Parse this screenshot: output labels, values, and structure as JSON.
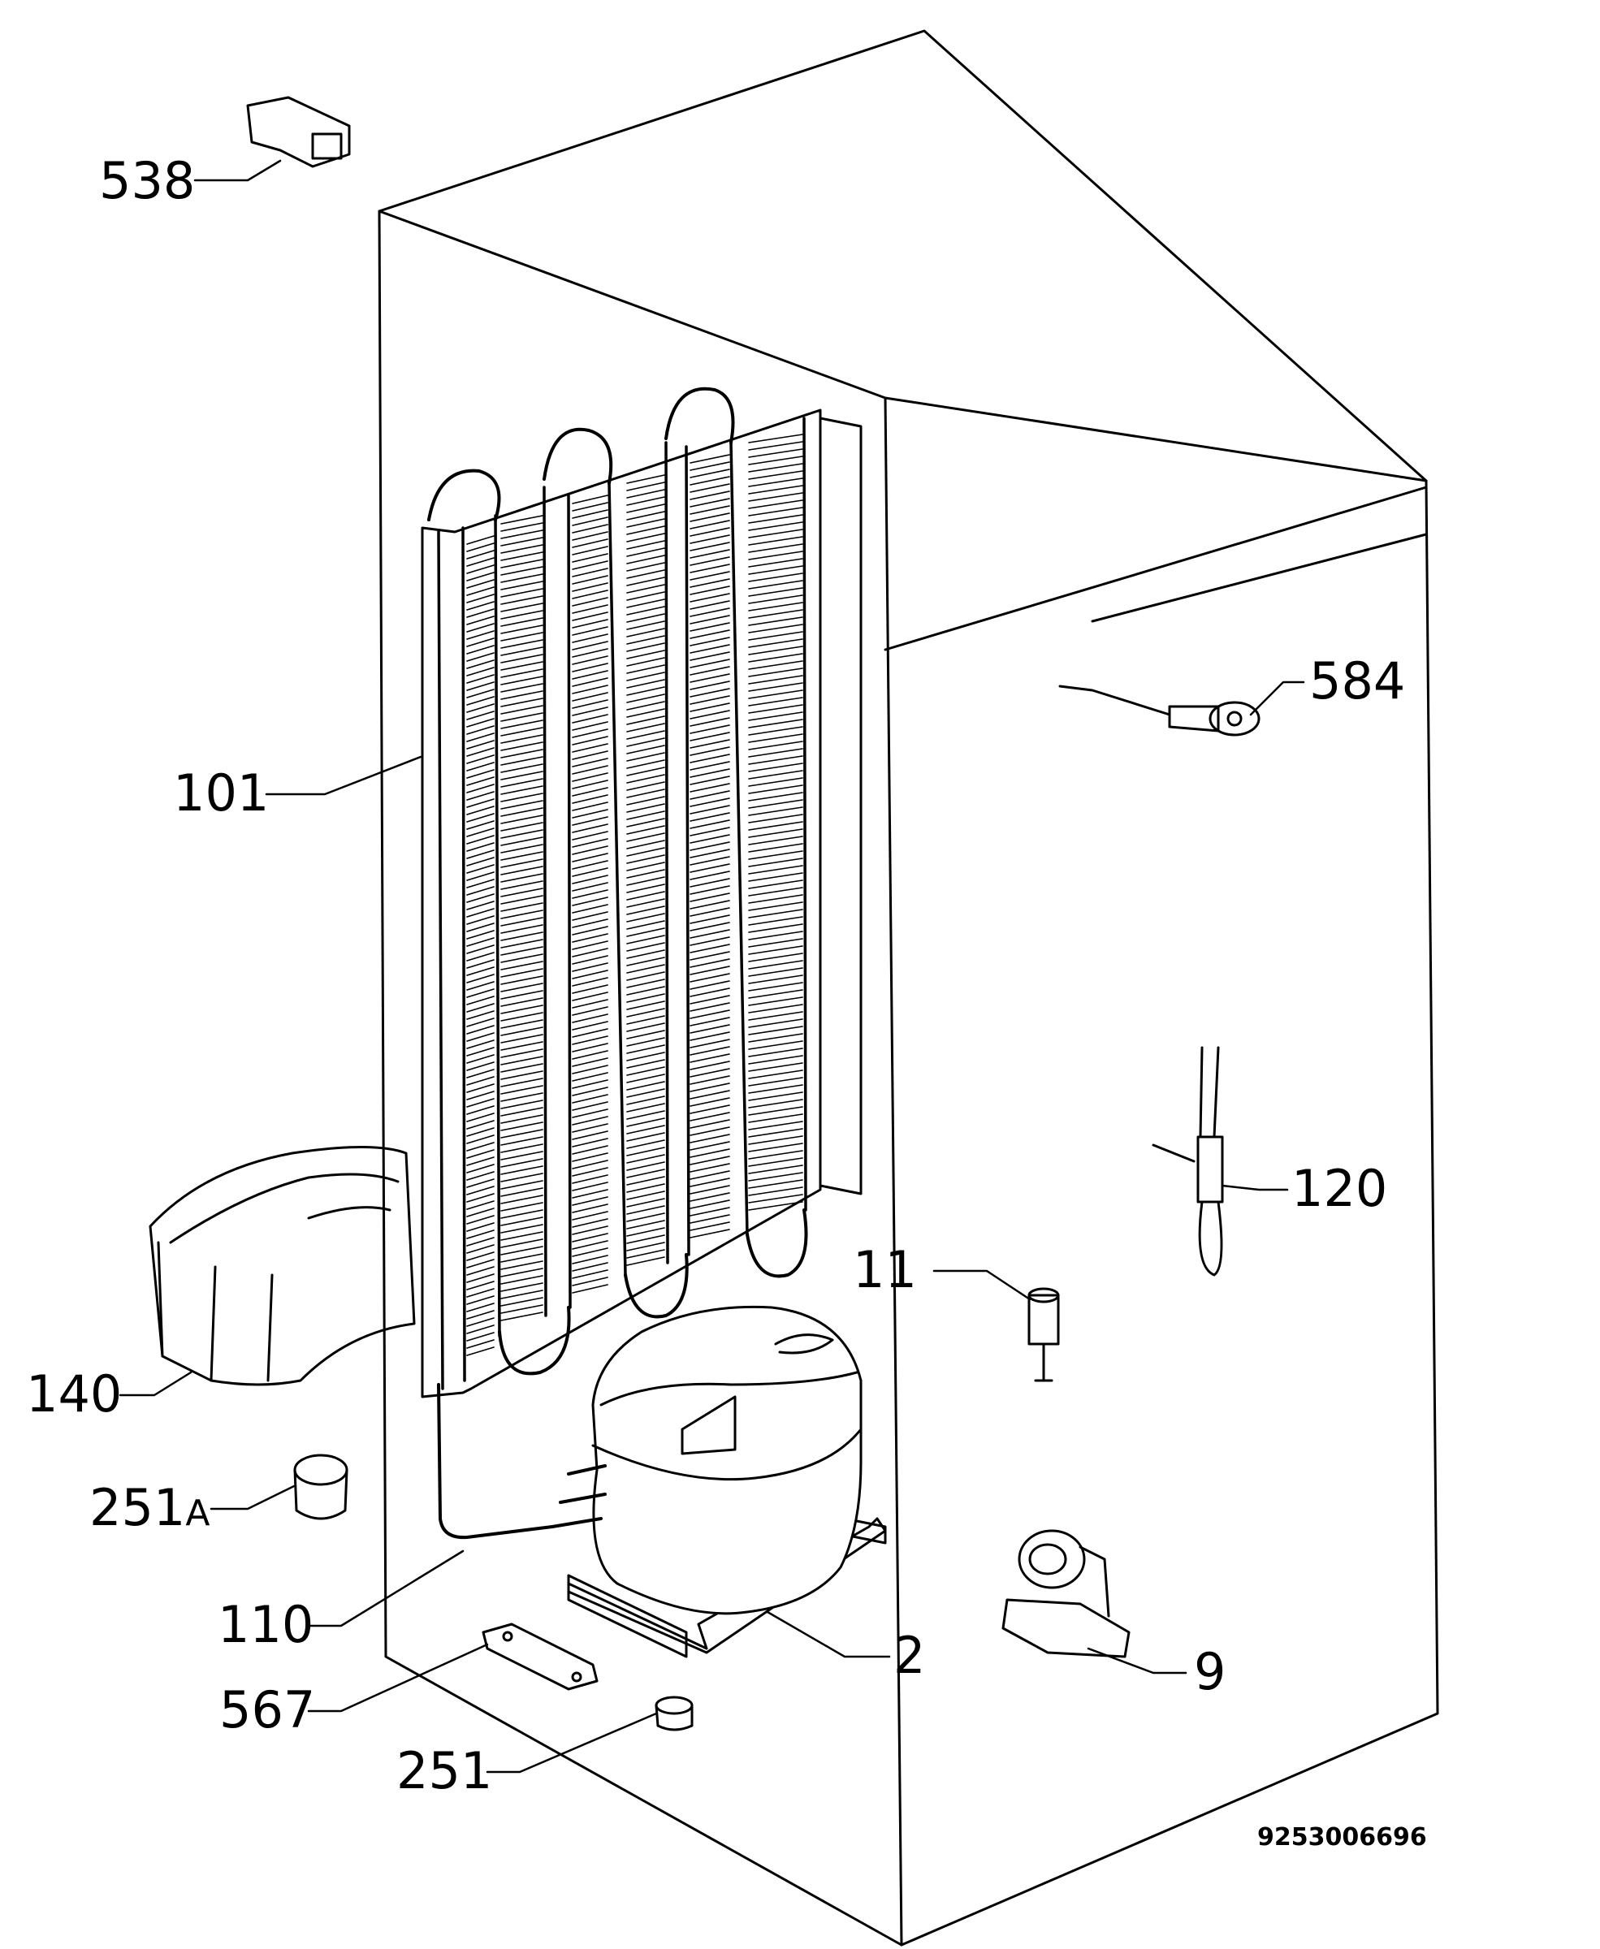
{
  "callouts": {
    "538": "538",
    "584": "584",
    "101": "101",
    "120": "120",
    "11": "11",
    "140": "140",
    "251a": "251",
    "251a_suffix": "A",
    "110": "110",
    "2": "2",
    "9": "9",
    "567": "567",
    "251": "251"
  },
  "document_number": "9253006696"
}
